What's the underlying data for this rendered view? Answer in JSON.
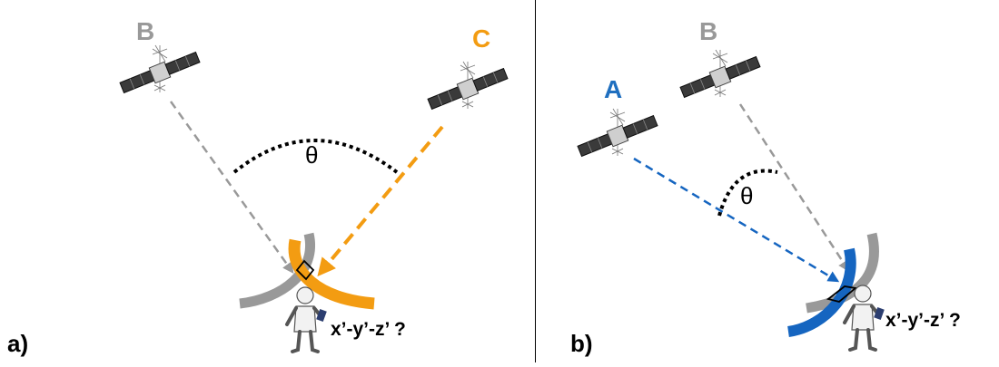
{
  "panels": [
    {
      "label": "a)",
      "satellites": [
        {
          "name": "B",
          "color": "#999999"
        },
        {
          "name": "C",
          "color": "#f39c12"
        }
      ],
      "angle_symbol": "θ",
      "position_query": "x’-y’-z’ ?"
    },
    {
      "label": "b)",
      "satellites": [
        {
          "name": "A",
          "color": "#1f6fbf"
        },
        {
          "name": "B",
          "color": "#999999"
        }
      ],
      "angle_symbol": "θ",
      "position_query": "x’-y’-z’ ?"
    }
  ],
  "colors": {
    "gray": "#999999",
    "orange": "#f39c12",
    "blue": "#1565c0",
    "black": "#000000"
  }
}
